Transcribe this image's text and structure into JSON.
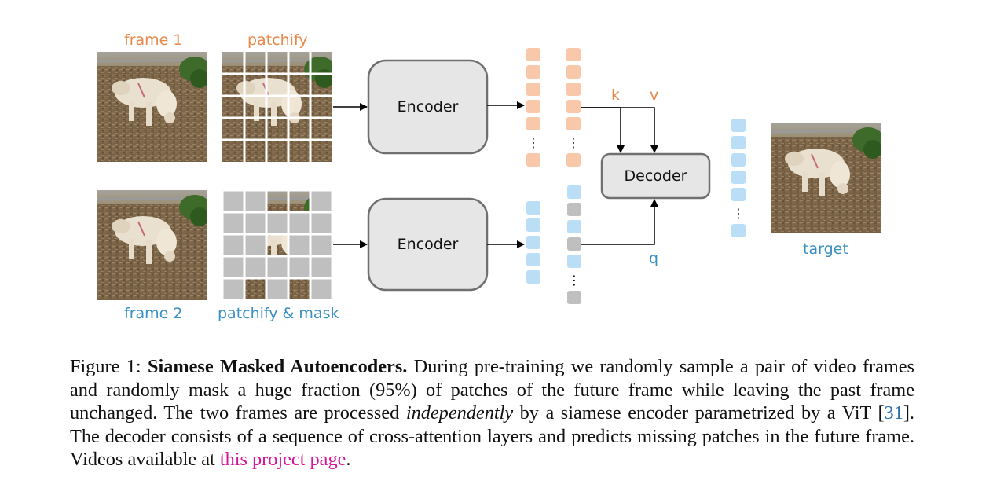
{
  "figure": {
    "labels": {
      "frame1": "frame 1",
      "patchify": "patchify",
      "frame2": "frame 2",
      "patchify_mask": "patchify & mask",
      "target": "target",
      "k": "k",
      "v": "v",
      "q": "q"
    },
    "boxes": {
      "encoder_top": "Encoder",
      "encoder_bottom": "Encoder",
      "decoder": "Decoder"
    },
    "ellipsis": "⋮",
    "colors": {
      "orange_token": "#f9c8ab",
      "blue_token": "#b9def6",
      "gray_token": "#bfbfbf",
      "box_fill": "#e6e6e6",
      "box_stroke": "#707070",
      "label_orange": "#e8884a",
      "label_blue": "#3a8fc2"
    }
  },
  "caption": {
    "prefix": "Figure 1: ",
    "title": "Siamese Masked Autoencoders.",
    "text1": " During pre-training we randomly sample a pair of video frames and randomly mask a huge fraction (95%) of patches of the future frame while leaving the past frame unchanged. The two frames are processed ",
    "emph": "independently",
    "text2": " by a siamese encoder parametrized by a ViT [",
    "cite": "31",
    "text3": "]. The decoder consists of a sequence of cross-attention layers and predicts missing patches in the future frame. Videos available at ",
    "link": "this project page",
    "text4": "."
  }
}
